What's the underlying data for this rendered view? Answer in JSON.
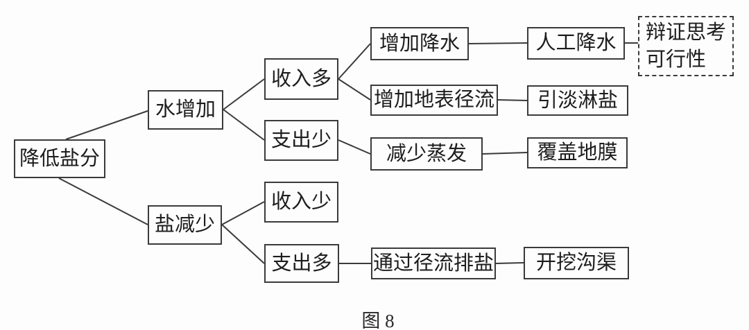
{
  "figure": {
    "caption": "图 8"
  },
  "nodes": {
    "root": {
      "label": "降低盐分"
    },
    "water_increase": {
      "label": "水增加"
    },
    "salt_decrease": {
      "label": "盐减少"
    },
    "income_more": {
      "label": "收入多"
    },
    "expense_less": {
      "label": "支出少"
    },
    "income_less": {
      "label": "收入少"
    },
    "expense_more": {
      "label": "支出多"
    },
    "increase_precipitation": {
      "label": "增加降水"
    },
    "increase_surface_runoff": {
      "label": "增加地表径流"
    },
    "reduce_evaporation": {
      "label": "减少蒸发"
    },
    "drain_salt_via_runoff": {
      "label": "通过径流排盐"
    },
    "artificial_precipitation": {
      "label": "人工降水"
    },
    "fresh_water_salt_leaching": {
      "label": "引淡淋盐"
    },
    "cover_plastic_film": {
      "label": "覆盖地膜"
    },
    "dig_ditches": {
      "label": "开挖沟渠"
    },
    "dialectical_note": {
      "line1": "辩证思考",
      "line2": "可行性"
    }
  },
  "colors": {
    "line": "#3a3a3a",
    "text": "#1d1d1d",
    "background": "#fdfdfd"
  }
}
